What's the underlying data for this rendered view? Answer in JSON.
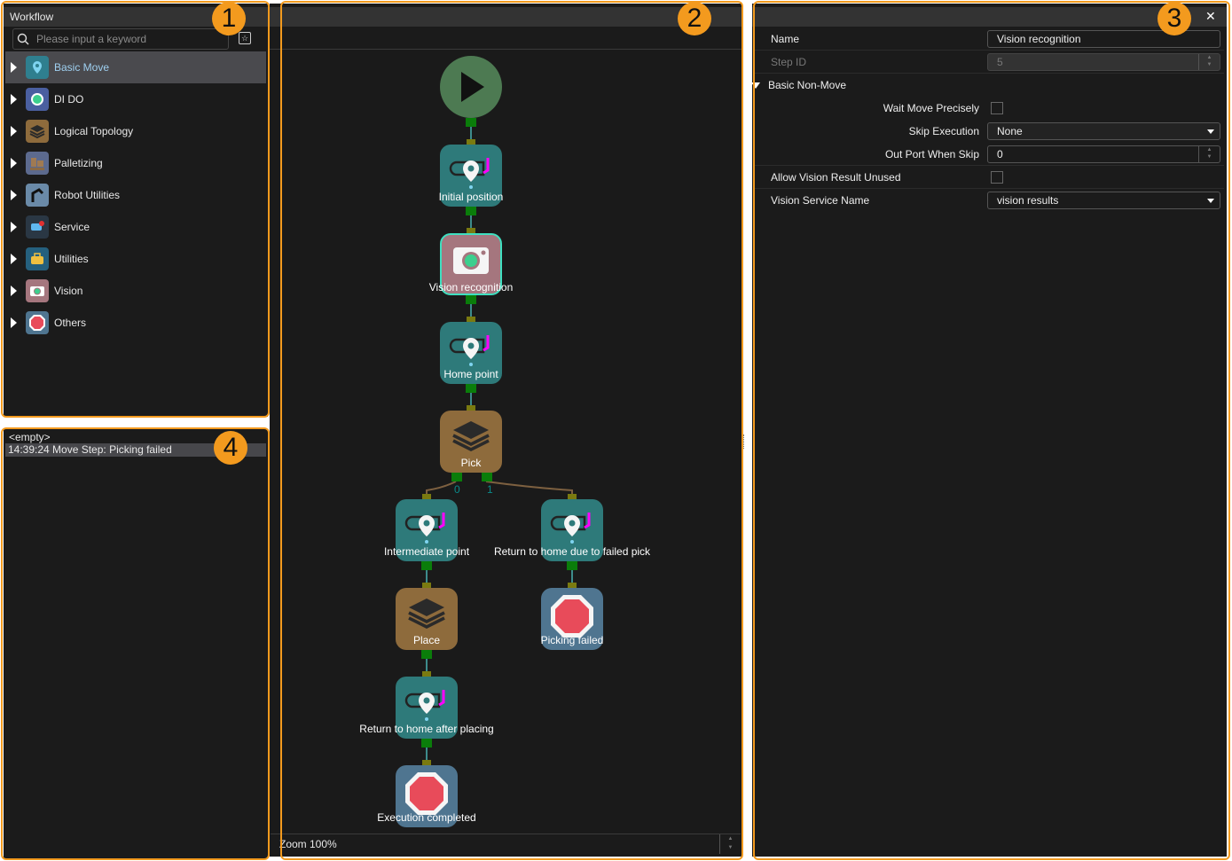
{
  "annotations": [
    "1",
    "2",
    "3",
    "4"
  ],
  "workflow": {
    "title": "Workflow",
    "search_placeholder": "Please input a keyword",
    "items": [
      {
        "label": "Basic Move",
        "icon": "map-pin-icon",
        "color": "#2f7f8f"
      },
      {
        "label": "DI DO",
        "icon": "io-circle-icon",
        "color": "#4a5fa0"
      },
      {
        "label": "Logical Topology",
        "icon": "layers-icon",
        "color": "#8e6b3c"
      },
      {
        "label": "Palletizing",
        "icon": "pallet-icon",
        "color": "#5c6a8e"
      },
      {
        "label": "Robot Utilities",
        "icon": "robot-arm-icon",
        "color": "#6a8aa8"
      },
      {
        "label": "Service",
        "icon": "chat-notification-icon",
        "color": "#2a3744"
      },
      {
        "label": "Utilities",
        "icon": "toolbox-icon",
        "color": "#25607e"
      },
      {
        "label": "Vision",
        "icon": "camera-icon",
        "color": "#a5767e"
      },
      {
        "label": "Others",
        "icon": "stop-sign-icon",
        "color": "#4f7590"
      }
    ]
  },
  "log": {
    "lines": [
      "<empty>",
      "14:39:24 Move Step: Picking failed"
    ]
  },
  "canvas": {
    "zoom_label": "Zoom 100%",
    "nodes": [
      {
        "label": "",
        "type": "start"
      },
      {
        "label": "Initial position",
        "type": "move"
      },
      {
        "label": "Vision recognition",
        "type": "vision"
      },
      {
        "label": "Home point",
        "type": "move"
      },
      {
        "label": "Pick",
        "type": "layers"
      },
      {
        "label": "Intermediate point",
        "type": "move"
      },
      {
        "label": "Return to home due to failed pick",
        "type": "move"
      },
      {
        "label": "Place",
        "type": "layers"
      },
      {
        "label": "Picking failed",
        "type": "stop"
      },
      {
        "label": "Return to home after placing",
        "type": "move"
      },
      {
        "label": "Execution completed",
        "type": "stop"
      }
    ],
    "port_labels": [
      "0",
      "1"
    ]
  },
  "properties": {
    "name_label": "Name",
    "name_value": "Vision recognition",
    "step_id_label": "Step ID",
    "step_id_value": "5",
    "group_label": "Basic Non-Move",
    "wait_label": "Wait Move Precisely",
    "skip_label": "Skip Execution",
    "skip_value": "None",
    "outport_label": "Out Port When Skip",
    "outport_value": "0",
    "allow_label": "Allow Vision Result Unused",
    "service_label": "Vision Service Name",
    "service_value": "vision results",
    "close": "✕"
  }
}
